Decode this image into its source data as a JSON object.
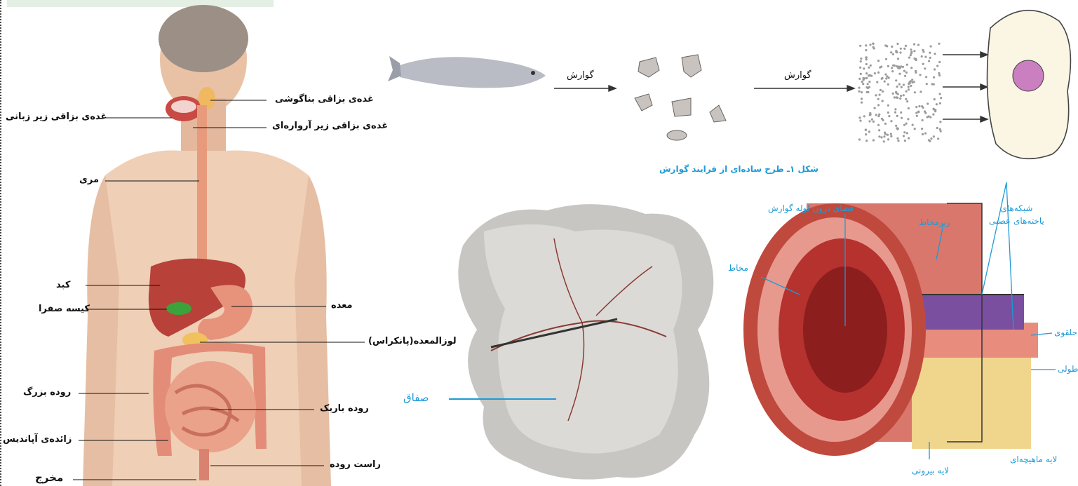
{
  "anatomy": {
    "labels": {
      "parotid": "غدەی بزاقی بناگوشی",
      "sublingual": "غدەی بزاقی زیر زبانی",
      "submandibular": "غدەی بزاقی زیر آروارەای",
      "esophagus": "مری",
      "liver": "کبد",
      "gallbladder": "کیسه صفرا",
      "stomach": "معده",
      "pancreas": "لوزالمعده(پانکراس)",
      "large_intestine": "روده بزرگ",
      "small_intestine": "روده باریک",
      "appendix": "زائدەی آپاندیس",
      "rectum": "راست روده",
      "anus": "مخرج"
    }
  },
  "process": {
    "arrow1": "گوارش",
    "arrow2": "گوارش",
    "caption": "شکل ۱ـ طرح سادەای از فرایند گوارش"
  },
  "mesentery": {
    "label": "صفاق"
  },
  "tube": {
    "labels": {
      "lumen": "فضای درون لوله گوارش",
      "submucosa": "زیرمخاط",
      "nerve": "شبکەهای\nیاختەهای عصبی",
      "mucosa": "مخاط",
      "circular": "حلقوی",
      "longitudinal": "طولی",
      "serosa": "لایه بیرونی",
      "muscular": "لایه ماهیچه‌ای"
    }
  },
  "colors": {
    "skin": "#e9c2a6",
    "organ_red": "#b8413a",
    "caption_blue": "#1e9ad6"
  }
}
